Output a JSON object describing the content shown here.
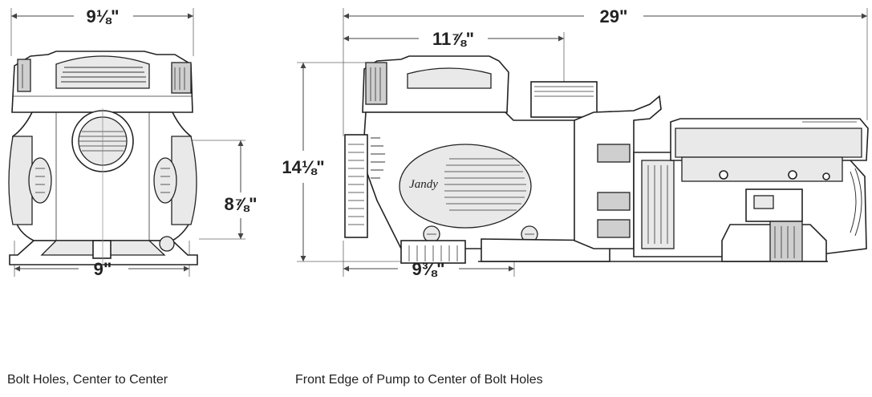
{
  "dimensions": {
    "top_width_side": "9⅛\"",
    "overall_length": "29\"",
    "front_to_inlet": "11⅞\"",
    "height": "14⅛\"",
    "inlet_height": "8⅞\"",
    "bolt_center": "9\"",
    "front_to_bolt": "9⅜\""
  },
  "captions": {
    "left": "Bolt Holes, Center to Center",
    "right": "Front Edge of Pump to Center of Bolt Holes"
  },
  "logo_text": "Jandy"
}
